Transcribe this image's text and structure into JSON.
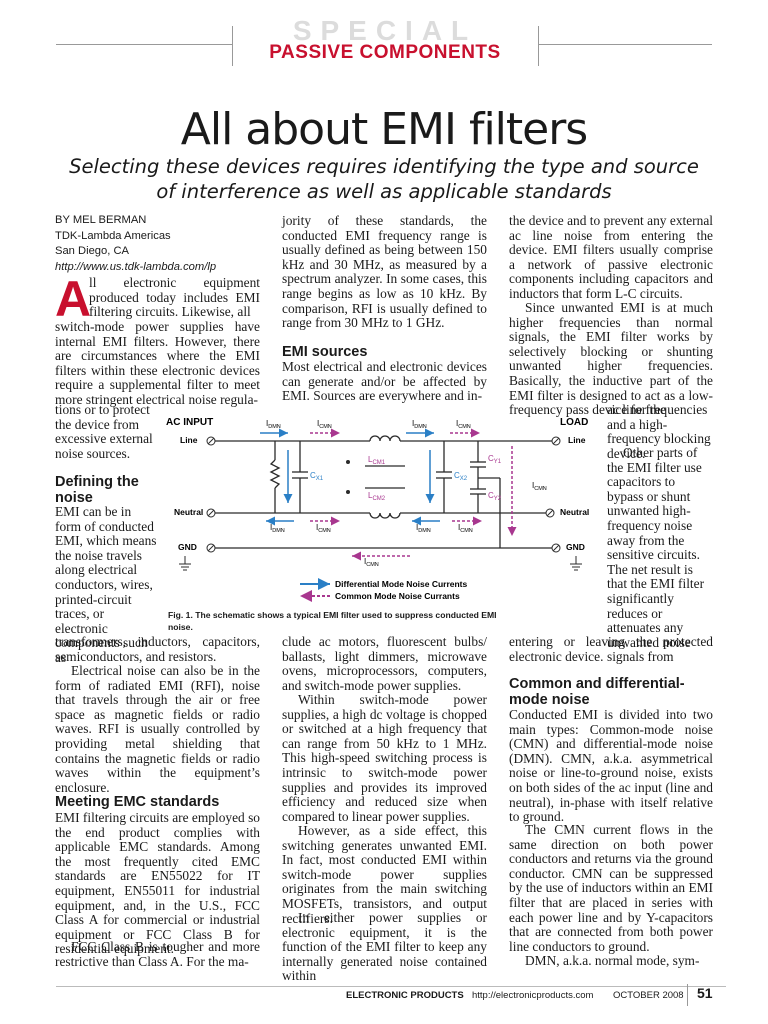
{
  "header": {
    "kicker": "SPECIAL",
    "section": "PASSIVE COMPONENTS"
  },
  "article": {
    "title": "All about EMI filters",
    "dek": "Selecting these devices requires identifying the type and source of interference as well as applicable standards",
    "byline": [
      "BY MEL BERMAN",
      "TDK-Lambda Americas",
      "San Diego, CA",
      "http://www.us.tdk-lambda.com/lp"
    ],
    "dropcap": "A",
    "col1": {
      "intro_wrap": "ll electronic equipment produced today includes EMI filtering circuits. Likewise, all",
      "intro_full": "switch-mode power supplies have internal EMI filters. However, there are circumstances where the EMI filters within these electronic devices require a supplemental filter to meet more stringent electrical noise regula-",
      "intro_narrow": "tions or to protect the device from excessive external noise sources.",
      "head_defining": "Defining the noise",
      "defining_narrow": "EMI can be in form of conducted EMI, which means the noise travels along electrical conductors, wires, printed-circuit traces, or electronic components such as",
      "defining_full": "transformers, inductors, capacitors, semiconductors, and resistors.",
      "p_radiated": "Electrical noise can also be in the form of radiated EMI (RFI), noise that travels through the air or free space as magnetic fields or radio waves. RFI is usually controlled by providing metal shielding that contains the magnetic fields or radio waves within the equipment’s enclosure.",
      "head_emc": "Meeting EMC standards",
      "p_emc": "EMI filtering circuits are employed so the end product complies with applicable EMC standards. Among the most frequently cited EMC standards are EN55022 for IT equipment, EN55011 for industrial equipment, and, in the U.S., FCC Class A for commercial or industrial equipment or FCC Class B for residential equipment.",
      "p_fcc": "FCC Class B is tougher and more restrictive than Class A. For the ma-"
    },
    "col2": {
      "p_top": "jority of these standards, the conducted EMI frequency range is usually defined as being between 150 kHz and 30 MHz, as measured by a spectrum analyzer. In some cases, this range begins as low as 10 kHz. By comparison, RFI is usually defined to range from 30 MHz to 1 GHz.",
      "head_sources": "EMI sources",
      "p_sources": "Most electrical and electronic devices can generate and/or be affected by EMI. Sources are everywhere and in-",
      "p_clude": "clude ac motors, fluorescent bulbs/ ballasts, light dimmers, microwave ovens, microprocessors, computers, and switch-mode power supplies.",
      "p_within": "Within switch-mode power supplies, a high dc voltage is chopped or switched at a high frequency that can range from 50 kHz to 1 MHz. This high-speed switching process is intrinsic to switch-mode power supplies and provides its improved efficiency and reduced size when compared to linear power supplies.",
      "p_however": "However, as a side effect, this switching generates unwanted EMI. In fact, most conducted EMI within switch-mode power supplies originates from the main switching MOSFETs, transistors, and output rectifiers.",
      "p_either": "In either power supplies or electronic equipment, it is the function of the EMI filter to keep any internally generated noise contained within"
    },
    "col3": {
      "p_top": "the device and to prevent any external ac line noise from entering the device. EMI filters usually comprise a network of passive electronic components including capacitors and inductors that form L-C circuits.",
      "p_since": "Since unwanted EMI is at much higher frequencies than normal signals, the EMI filter works by selectively blocking or shunting unwanted higher frequencies. Basically, the inductive part of the EMI filter is designed to act as a low-frequency pass device for the",
      "wrap_a": "ac line frequencies and a high-frequency blocking device.",
      "wrap_b": "Other parts of the EMI filter use capacitors to bypass or shunt unwanted high-frequency noise away from the sensitive circuits. The net result is that the EMI filter significantly reduces or attenuates any unwanted noise signals from",
      "p_entering": "entering or leaving the protected electronic device.",
      "head_modes": "Common and differential-mode noise",
      "p_modes": "Conducted EMI is divided into two main types: Common-mode noise (CMN) and differential-mode noise (DMN). CMN, a.k.a. asymmetrical noise or line-to-ground noise, exists on both sides of the ac input (line and neutral), in-phase with itself relative to ground.",
      "p_cmn": "The CMN current flows in the same direction on both power conductors and returns via the ground conductor. CMN can be suppressed by the use of inductors within an EMI filter that are placed in series with each power line and by Y-capacitors that are connected from both power line conductors to ground.",
      "p_dmn": "DMN, a.k.a. normal mode, sym-"
    }
  },
  "figure": {
    "caption": "Fig. 1. The schematic shows a typical EMI filter used to suppress conducted EMI noise.",
    "labels": {
      "ac_input": "AC INPUT",
      "load": "LOAD",
      "line": "Line",
      "neutral": "Neutral",
      "gnd": "GND",
      "idmn": "I",
      "icmn": "I",
      "sub_dmn": "DMN",
      "sub_cmn": "CMN",
      "lcm1": "L",
      "lcm1_sub": "CM1",
      "lcm2": "L",
      "lcm2_sub": "CM2",
      "cx1": "C",
      "cx1_sub": "X1",
      "cx2": "C",
      "cx2_sub": "X2",
      "cy1": "C",
      "cy1_sub": "Y1",
      "cy2": "C",
      "cy2_sub": "Y2"
    },
    "legend": {
      "dmn": "Differential Mode Noise Currents",
      "cmn": "Common Mode Noise Currants"
    },
    "colors": {
      "dmn": "#2a7fc6",
      "cmn": "#a8378f",
      "wire": "#2b2b2b"
    }
  },
  "footer": {
    "publication": "ELECTRONIC PRODUCTS",
    "url": "http://electronicproducts.com",
    "date": "OCTOBER 2008",
    "page": "51"
  }
}
